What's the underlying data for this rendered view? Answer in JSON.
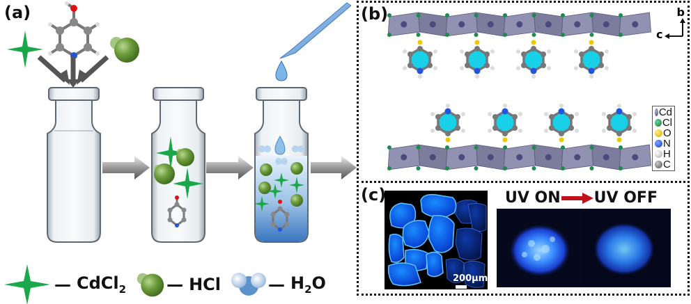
{
  "panels": {
    "a": {
      "label": "(a)"
    },
    "b": {
      "label": "(b)",
      "axis_b": "b",
      "axis_c": "c"
    },
    "c": {
      "label": "(c)",
      "scale_bar": "200μm",
      "uv_on": "UV ON",
      "uv_off": "UV OFF"
    }
  },
  "legend": {
    "items": [
      {
        "icon": "green-star-icon",
        "dash": "—",
        "formula_main": "CdCl",
        "formula_sub": "2",
        "formula_tail": ""
      },
      {
        "icon": "hcl-molecule-icon",
        "dash": "—",
        "formula_main": "HCl",
        "formula_sub": "",
        "formula_tail": ""
      },
      {
        "icon": "water-molecule-icon",
        "dash": "—",
        "formula_main": "H",
        "formula_sub": "2",
        "formula_tail": "O"
      }
    ]
  },
  "atom_legend": [
    {
      "symbol": "Cd",
      "color": "#5a5a8c"
    },
    {
      "symbol": "Cl",
      "color": "#1e8a50"
    },
    {
      "symbol": "O",
      "color": "#f0c800"
    },
    {
      "symbol": "N",
      "color": "#2255dd"
    },
    {
      "symbol": "H",
      "color": "#d8d8d8"
    },
    {
      "symbol": "C",
      "color": "#777777"
    }
  ],
  "colors": {
    "star": "#1aa84a",
    "hcl": "#6b9a3a",
    "polyhedron": "#7a7a9e",
    "ring": "#18d0e8",
    "uv_arrow": "#c0101a",
    "glow": "#2a6cff"
  }
}
